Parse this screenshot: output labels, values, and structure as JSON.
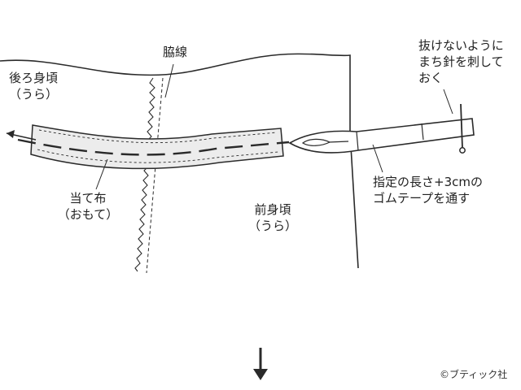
{
  "labels": {
    "back_body": {
      "line1": "後ろ身頃",
      "line2": "（うら）"
    },
    "side_seam": "脇線",
    "pin_note": {
      "line1": "抜けないように",
      "line2": "まち針を刺して",
      "line3": "おく"
    },
    "facing": {
      "line1": "当て布",
      "line2": "（おもて）"
    },
    "front_body": {
      "line1": "前身頃",
      "line2": "（うら）"
    },
    "elastic_note": {
      "line1": "指定の長さ+3cmの",
      "line2": "ゴムテープを通す"
    }
  },
  "copyright": "©ブティック社",
  "icons": {
    "pull_arrow": "arrow-left-icon",
    "next_step": "arrow-down-icon",
    "bodkin": "bodkin-icon",
    "pin": "pin-icon"
  },
  "colors": {
    "line": "#2a2a2a",
    "facing_fill": "#ececec",
    "background": "#ffffff"
  }
}
